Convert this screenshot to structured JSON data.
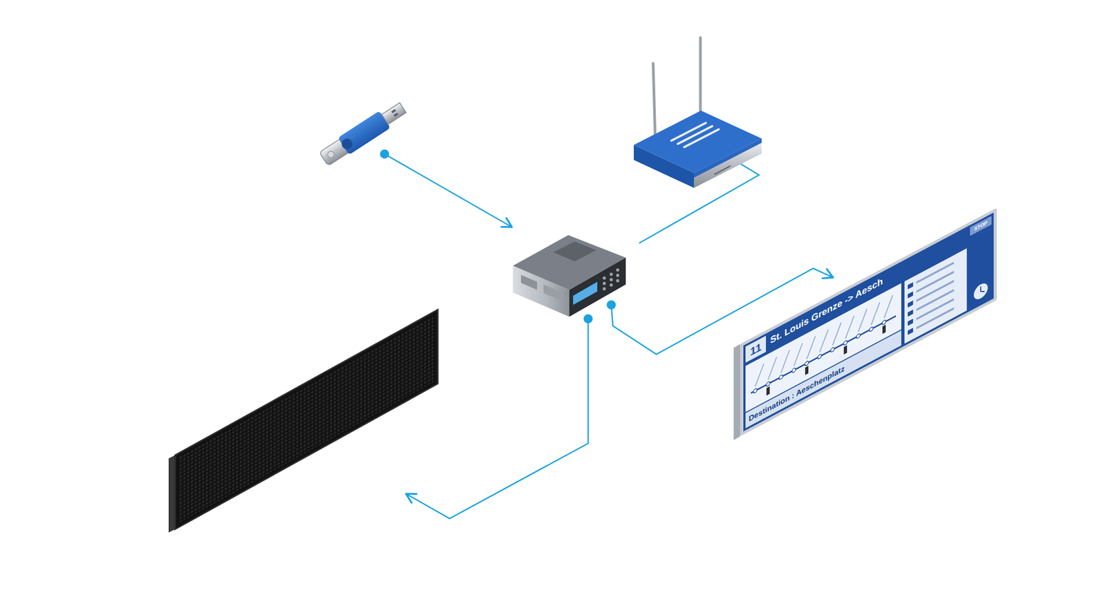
{
  "diagram": {
    "nodes": [
      {
        "text": []
      },
      {
        "text": []
      },
      {
        "text": []
      },
      {
        "text": [
          "11",
          "St. Louis Grenze -> Aesch",
          "Destination : Aeschenplatz",
          "STOP"
        ]
      },
      {
        "text": []
      }
    ],
    "edges": [
      {
        "from": 0,
        "to": 2,
        "arrow": "to"
      },
      {
        "from": 1,
        "to": 2,
        "arrow": "none"
      },
      {
        "from": 2,
        "to": 3,
        "arrow": "to"
      },
      {
        "from": 2,
        "to": 4,
        "arrow": "to"
      }
    ]
  }
}
